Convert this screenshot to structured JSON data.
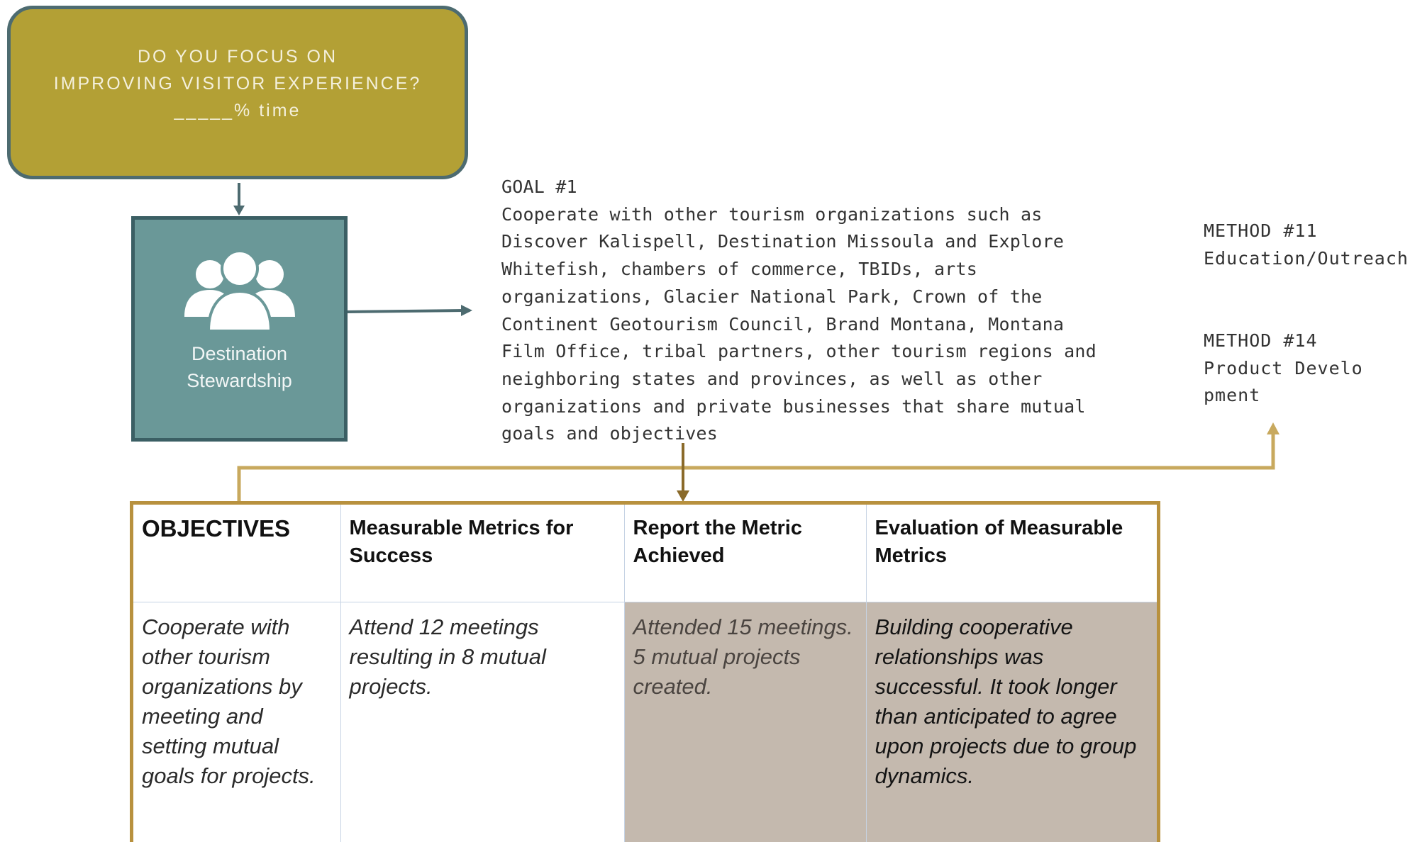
{
  "focus_box": {
    "line1": "DO YOU FOCUS ON",
    "line2": "IMPROVING VISITOR EXPERIENCE?",
    "line3": "_____% time"
  },
  "stewardship": {
    "icon": "people-group-icon",
    "label_line1": "Destination",
    "label_line2": "Stewardship"
  },
  "goal": {
    "title": "GOAL #1",
    "text": "Cooperate with other tourism organizations such as Discover Kalispell, Destination Missoula and Explore Whitefish, chambers of commerce, TBIDs, arts organizations, Glacier National Park, Crown of the Continent Geotourism Council, Brand Montana, Montana Film Office, tribal partners, other tourism regions and neighboring states and provinces, as well as other organizations and private businesses that share mutual goals and objectives"
  },
  "methods": [
    {
      "label": "METHOD #11",
      "text": "Education/Outreach"
    },
    {
      "label": "METHOD #14",
      "text": "Product Development"
    }
  ],
  "table": {
    "headers": [
      "OBJECTIVES",
      "Measurable Metrics for Success",
      "Report the Metric Achieved",
      "Evaluation of Measurable Metrics"
    ],
    "row": [
      "Cooperate with other tourism organizations by meeting and setting mutual goals for projects.",
      "Attend 12 meetings resulting in 8 mutual projects.",
      "Attended 15 meetings.\n5 mutual projects created.",
      "Building cooperative relationships was successful. It took longer than anticipated to agree upon projects due to group dynamics."
    ]
  },
  "colors": {
    "focus_fill": "#b3a035",
    "steward_fill": "#6a9898",
    "connector_gold": "#c8a95e",
    "table_border": "#b8913e",
    "shaded_cells": "#c4b9ae"
  }
}
